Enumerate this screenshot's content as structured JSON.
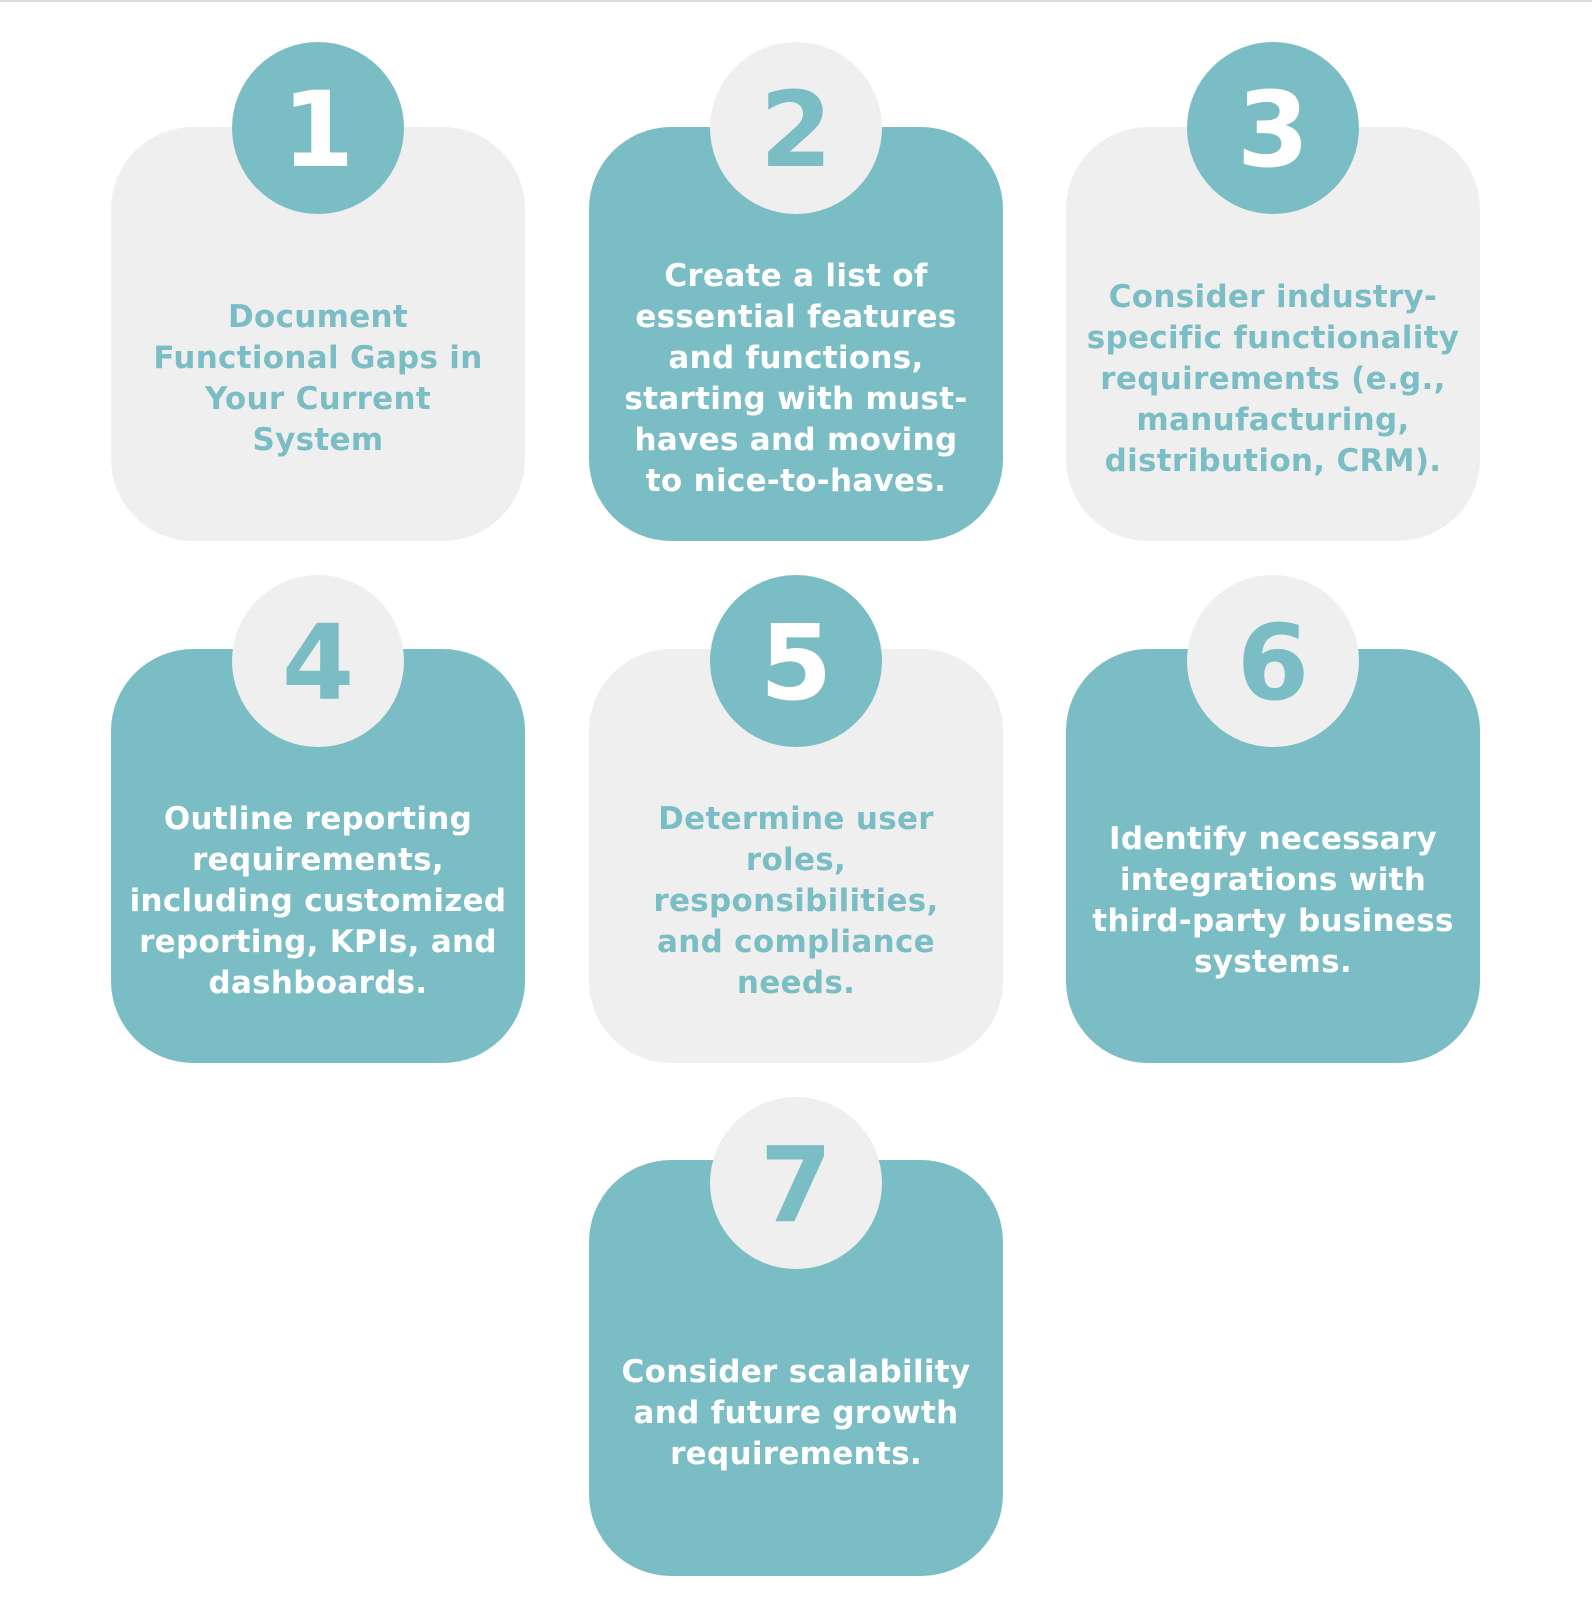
{
  "colors": {
    "teal": "#7bbdc4",
    "light_grey": "#efefef",
    "white": "#ffffff"
  },
  "steps": [
    {
      "number": "1",
      "text": "Document Functional Gaps in Your Current System",
      "card_color": "light_grey",
      "badge_color": "teal"
    },
    {
      "number": "2",
      "text": "Create a list of essential features and functions, starting with must-haves and moving to nice-to-haves.",
      "card_color": "teal",
      "badge_color": "light_grey"
    },
    {
      "number": "3",
      "text": "Consider industry-specific functionality requirements (e.g., manufacturing, distribution, CRM).",
      "card_color": "light_grey",
      "badge_color": "teal"
    },
    {
      "number": "4",
      "text": "Outline reporting requirements, including customized reporting, KPIs, and dashboards.",
      "card_color": "teal",
      "badge_color": "light_grey"
    },
    {
      "number": "5",
      "text": "Determine user roles, responsibilities, and compliance needs.",
      "card_color": "light_grey",
      "badge_color": "teal"
    },
    {
      "number": "6",
      "text": "Identify necessary integrations with third-party business systems.",
      "card_color": "teal",
      "badge_color": "light_grey"
    },
    {
      "number": "7",
      "text": "Consider scalability and future growth requirements.",
      "card_color": "teal",
      "badge_color": "light_grey"
    }
  ]
}
